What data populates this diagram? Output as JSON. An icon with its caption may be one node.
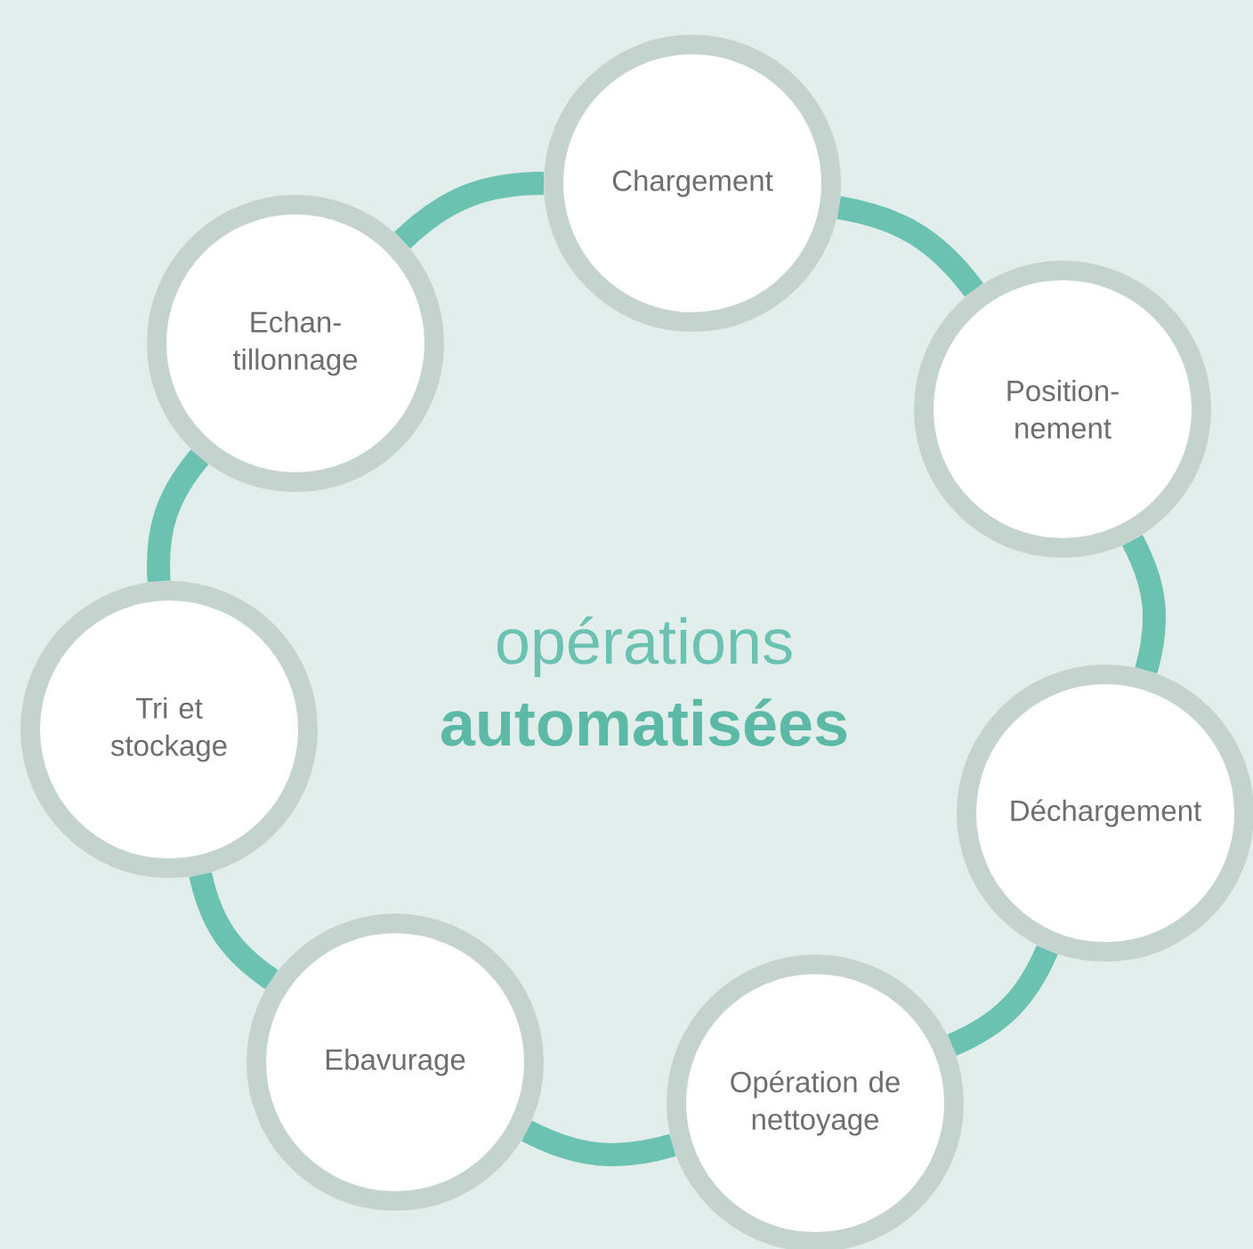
{
  "diagram": {
    "nodes": [
      {
        "text": [
          "Chargement"
        ]
      },
      {
        "text": [
          "Position-nement"
        ]
      },
      {
        "text": [
          "Déchargement"
        ]
      },
      {
        "text": [
          "Opération de nettoyage"
        ]
      },
      {
        "text": [
          "Ebavurage"
        ]
      },
      {
        "text": [
          "Tri et stockage"
        ]
      },
      {
        "text": [
          "Echan-tillonnage"
        ]
      }
    ],
    "edges": [
      {
        "from": 0,
        "to": 1,
        "arrow": "none"
      },
      {
        "from": 1,
        "to": 2,
        "arrow": "none"
      },
      {
        "from": 2,
        "to": 3,
        "arrow": "none"
      },
      {
        "from": 3,
        "to": 4,
        "arrow": "none"
      },
      {
        "from": 4,
        "to": 5,
        "arrow": "none"
      },
      {
        "from": 5,
        "to": 6,
        "arrow": "none"
      },
      {
        "from": 6,
        "to": 0,
        "arrow": "none"
      }
    ],
    "labels": [
      "opérations",
      "automatisées"
    ]
  }
}
